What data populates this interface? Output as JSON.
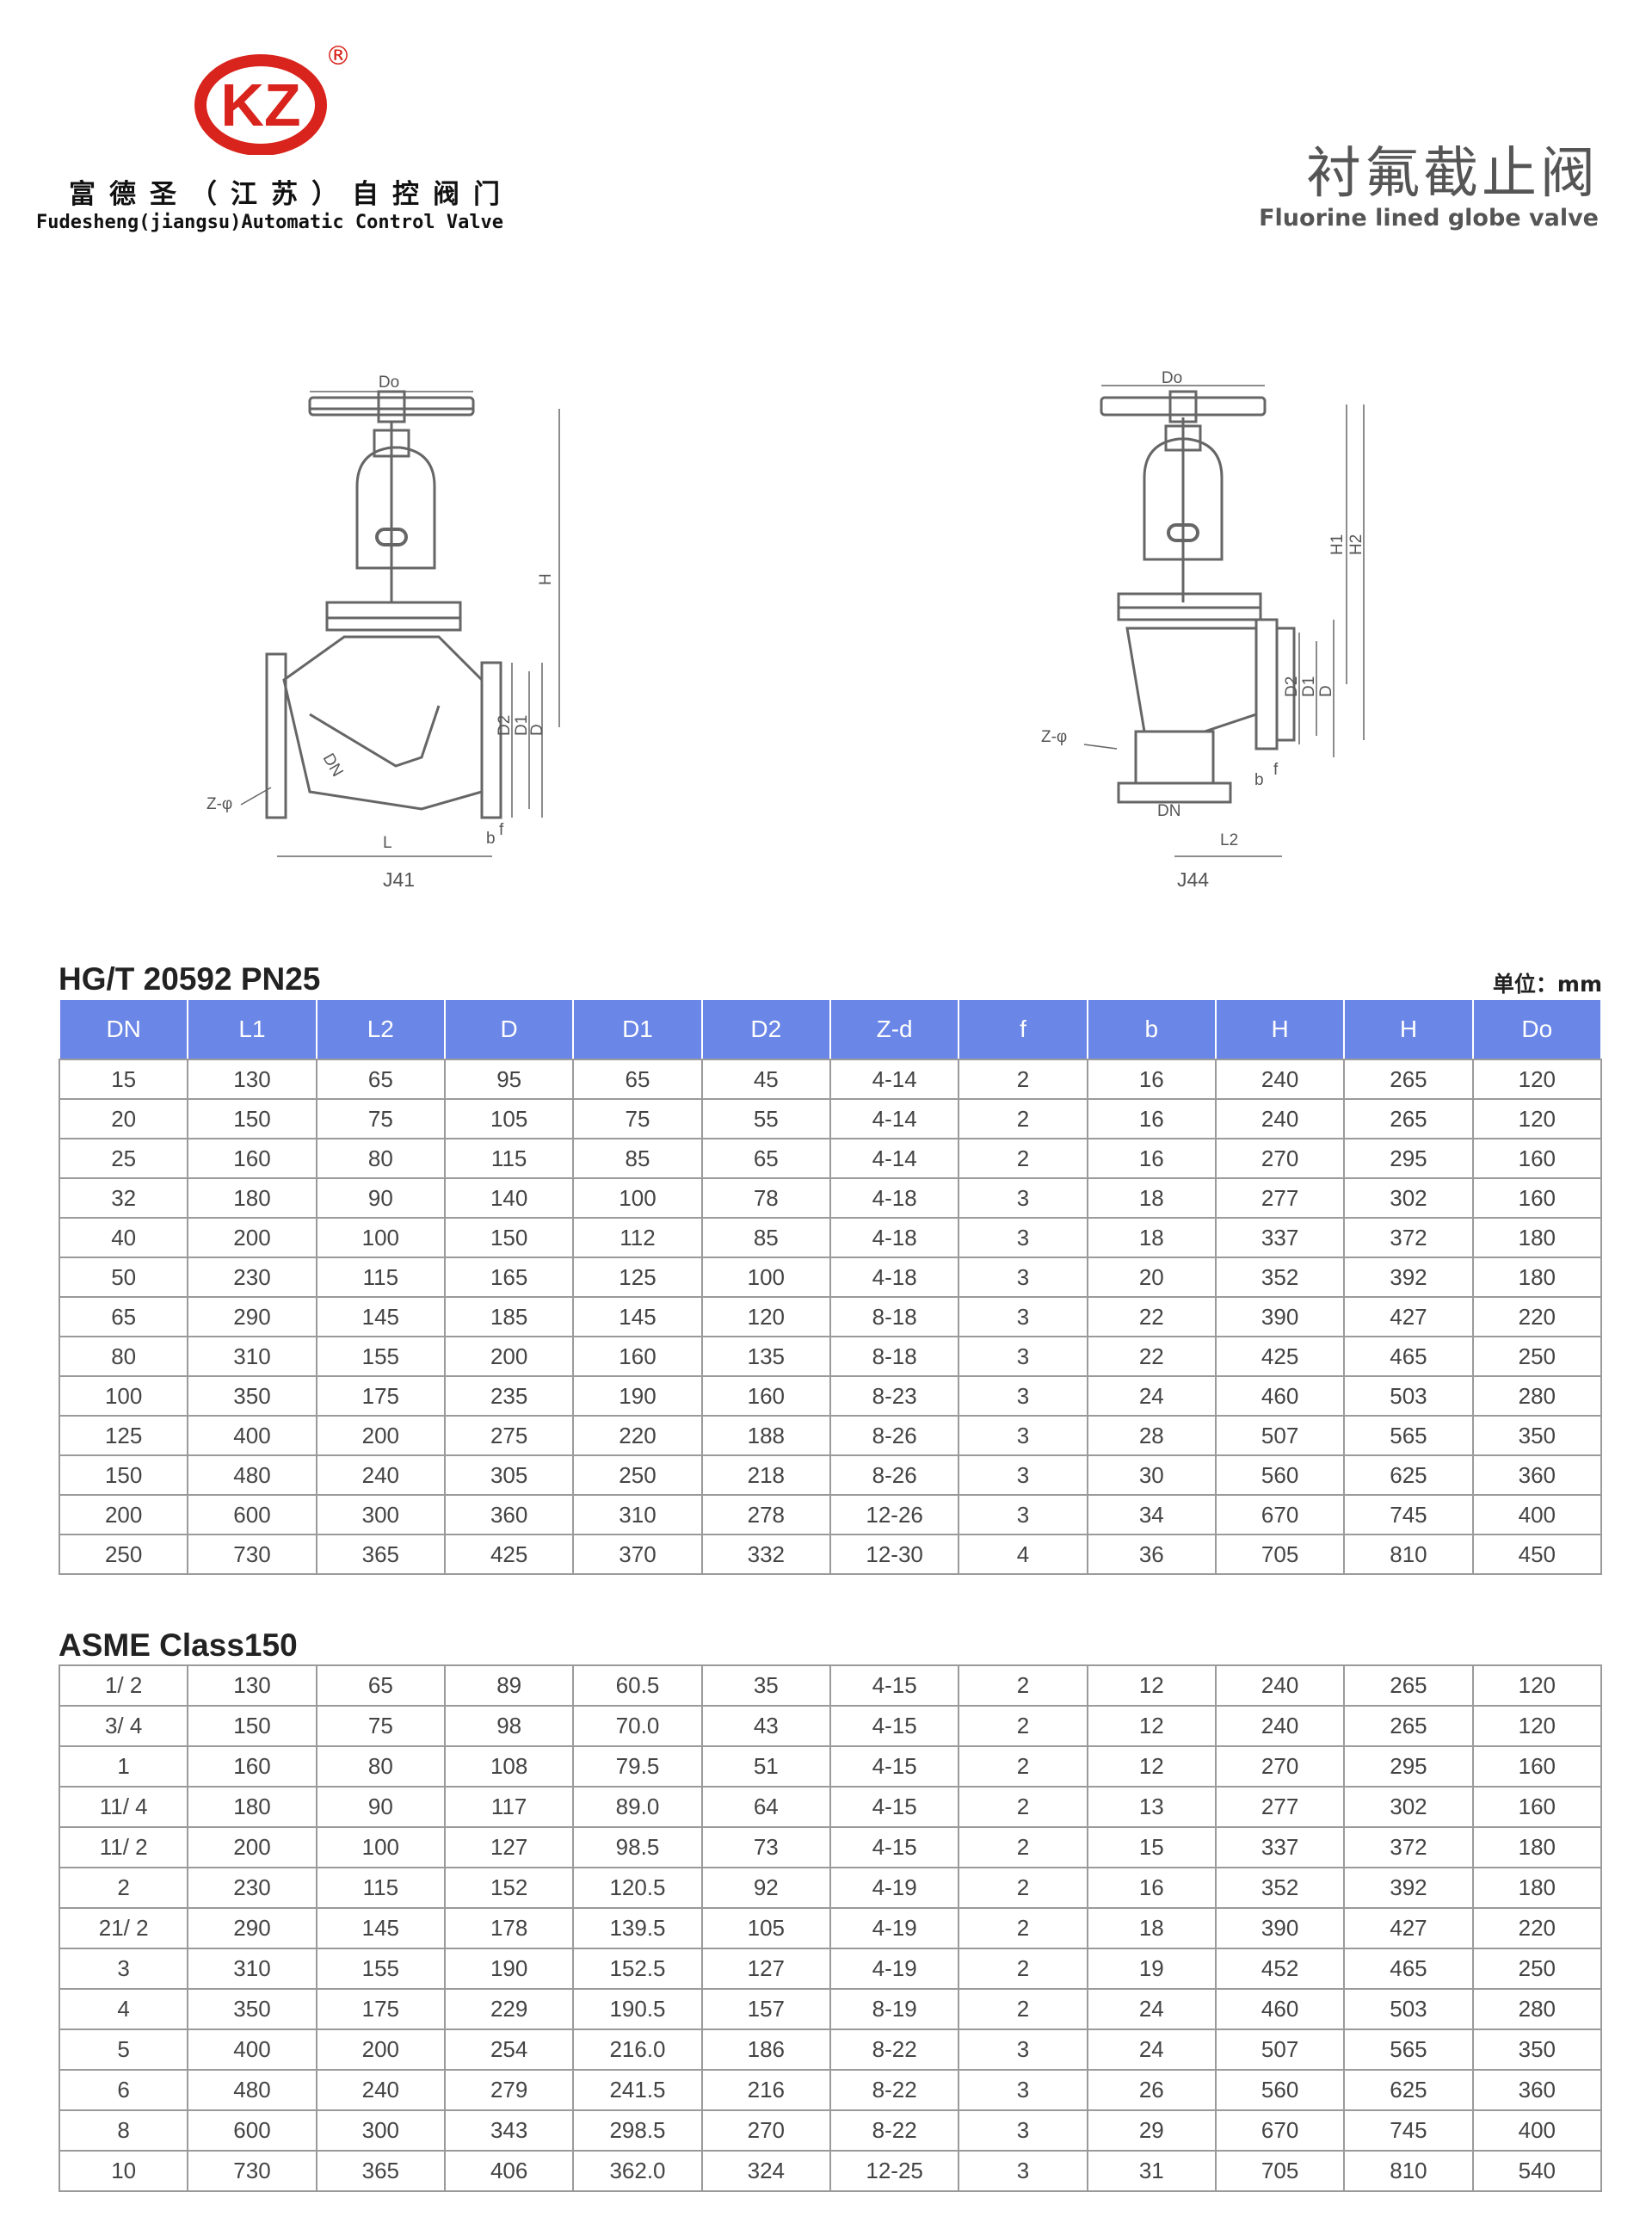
{
  "header": {
    "logo_text": "KZ",
    "registered_mark": "®",
    "company_cn": "富德圣（江苏）自控阀门",
    "company_en": "Fudesheng(jiangsu)Automatic Control Valve",
    "title_cn": "衬氟截止阀",
    "title_en": "Fluorine lined globe valve"
  },
  "drawings": {
    "left": {
      "caption": "J41",
      "labels": {
        "do": "Do",
        "h": "H",
        "d2": "D2",
        "d1": "D1",
        "d": "D",
        "dn": "DN",
        "zphi": "Z-φ",
        "l": "L",
        "f": "f",
        "b": "b"
      }
    },
    "right": {
      "caption": "J44",
      "labels": {
        "do": "Do",
        "h1": "H1",
        "h2": "H2",
        "d2": "D2",
        "d1": "D1",
        "d": "D",
        "dn": "DN",
        "zphi": "Z-φ",
        "l2": "L2",
        "f": "f",
        "b": "b"
      }
    }
  },
  "table1": {
    "title": "HG/T 20592  PN25",
    "unit": "单位：mm",
    "headers": [
      "DN",
      "L1",
      "L2",
      "D",
      "D1",
      "D2",
      "Z-d",
      "f",
      "b",
      "H",
      "H",
      "Do"
    ],
    "rows": [
      [
        "15",
        "130",
        "65",
        "95",
        "65",
        "45",
        "4-14",
        "2",
        "16",
        "240",
        "265",
        "120"
      ],
      [
        "20",
        "150",
        "75",
        "105",
        "75",
        "55",
        "4-14",
        "2",
        "16",
        "240",
        "265",
        "120"
      ],
      [
        "25",
        "160",
        "80",
        "115",
        "85",
        "65",
        "4-14",
        "2",
        "16",
        "270",
        "295",
        "160"
      ],
      [
        "32",
        "180",
        "90",
        "140",
        "100",
        "78",
        "4-18",
        "3",
        "18",
        "277",
        "302",
        "160"
      ],
      [
        "40",
        "200",
        "100",
        "150",
        "112",
        "85",
        "4-18",
        "3",
        "18",
        "337",
        "372",
        "180"
      ],
      [
        "50",
        "230",
        "115",
        "165",
        "125",
        "100",
        "4-18",
        "3",
        "20",
        "352",
        "392",
        "180"
      ],
      [
        "65",
        "290",
        "145",
        "185",
        "145",
        "120",
        "8-18",
        "3",
        "22",
        "390",
        "427",
        "220"
      ],
      [
        "80",
        "310",
        "155",
        "200",
        "160",
        "135",
        "8-18",
        "3",
        "22",
        "425",
        "465",
        "250"
      ],
      [
        "100",
        "350",
        "175",
        "235",
        "190",
        "160",
        "8-23",
        "3",
        "24",
        "460",
        "503",
        "280"
      ],
      [
        "125",
        "400",
        "200",
        "275",
        "220",
        "188",
        "8-26",
        "3",
        "28",
        "507",
        "565",
        "350"
      ],
      [
        "150",
        "480",
        "240",
        "305",
        "250",
        "218",
        "8-26",
        "3",
        "30",
        "560",
        "625",
        "360"
      ],
      [
        "200",
        "600",
        "300",
        "360",
        "310",
        "278",
        "12-26",
        "3",
        "34",
        "670",
        "745",
        "400"
      ],
      [
        "250",
        "730",
        "365",
        "425",
        "370",
        "332",
        "12-30",
        "4",
        "36",
        "705",
        "810",
        "450"
      ]
    ]
  },
  "table2": {
    "title": "ASME Class150",
    "rows": [
      [
        "1/ 2",
        "130",
        "65",
        "89",
        "60.5",
        "35",
        "4-15",
        "2",
        "12",
        "240",
        "265",
        "120"
      ],
      [
        "3/ 4",
        "150",
        "75",
        "98",
        "70.0",
        "43",
        "4-15",
        "2",
        "12",
        "240",
        "265",
        "120"
      ],
      [
        "1",
        "160",
        "80",
        "108",
        "79.5",
        "51",
        "4-15",
        "2",
        "12",
        "270",
        "295",
        "160"
      ],
      [
        "11/ 4",
        "180",
        "90",
        "117",
        "89.0",
        "64",
        "4-15",
        "2",
        "13",
        "277",
        "302",
        "160"
      ],
      [
        "11/ 2",
        "200",
        "100",
        "127",
        "98.5",
        "73",
        "4-15",
        "2",
        "15",
        "337",
        "372",
        "180"
      ],
      [
        "2",
        "230",
        "115",
        "152",
        "120.5",
        "92",
        "4-19",
        "2",
        "16",
        "352",
        "392",
        "180"
      ],
      [
        "21/ 2",
        "290",
        "145",
        "178",
        "139.5",
        "105",
        "4-19",
        "2",
        "18",
        "390",
        "427",
        "220"
      ],
      [
        "3",
        "310",
        "155",
        "190",
        "152.5",
        "127",
        "4-19",
        "2",
        "19",
        "452",
        "465",
        "250"
      ],
      [
        "4",
        "350",
        "175",
        "229",
        "190.5",
        "157",
        "8-19",
        "2",
        "24",
        "460",
        "503",
        "280"
      ],
      [
        "5",
        "400",
        "200",
        "254",
        "216.0",
        "186",
        "8-22",
        "3",
        "24",
        "507",
        "565",
        "350"
      ],
      [
        "6",
        "480",
        "240",
        "279",
        "241.5",
        "216",
        "8-22",
        "3",
        "26",
        "560",
        "625",
        "360"
      ],
      [
        "8",
        "600",
        "300",
        "343",
        "298.5",
        "270",
        "8-22",
        "3",
        "29",
        "670",
        "745",
        "400"
      ],
      [
        "10",
        "730",
        "365",
        "406",
        "362.0",
        "324",
        "12-25",
        "3",
        "31",
        "705",
        "810",
        "540"
      ]
    ]
  },
  "colors": {
    "header_bg": "#6a86e6",
    "logo_red": "#d8241c",
    "border": "#9a9a9a"
  }
}
